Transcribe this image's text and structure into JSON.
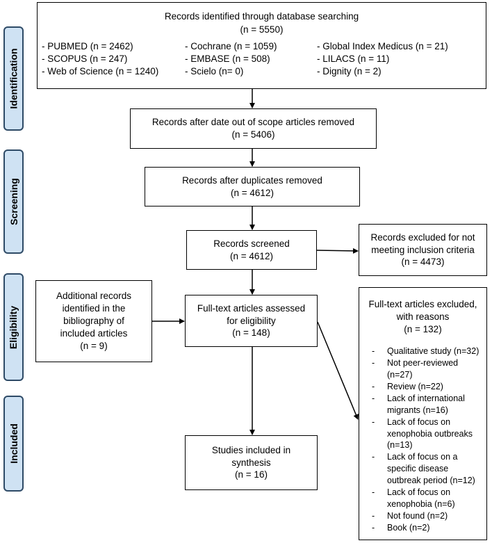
{
  "stages": [
    "Identification",
    "Screening",
    "Eligibility",
    "Included"
  ],
  "identified": {
    "title": "Records identified through database searching",
    "count": "(n = 5550)",
    "sources": [
      "- PUBMED (n = 2462)",
      "- Cochrane (n = 1059)",
      "- Global Index Medicus (n = 21)",
      "- SCOPUS (n = 247)",
      "- EMBASE (n = 508)",
      "- LILACS (n = 11)",
      "- Web of Science (n = 1240)",
      "- Scielo (n= 0)",
      "- Dignity (n = 2)"
    ]
  },
  "date_removed": {
    "title": "Records after date out of scope articles removed",
    "count": "(n = 5406)"
  },
  "duplicates_removed": {
    "title": "Records after duplicates removed",
    "count": "(n = 4612)"
  },
  "screened": {
    "title": "Records screened",
    "count": "(n = 4612)"
  },
  "excluded_criteria": {
    "line1": "Records excluded for not",
    "line2": "meeting inclusion criteria",
    "count": "(n = 4473)"
  },
  "additional": {
    "line1": "Additional records",
    "line2": "identified in the",
    "line3": "bibliography of",
    "line4": "included articles",
    "count": "(n = 9)"
  },
  "fulltext": {
    "line1": "Full-text articles assessed",
    "line2": "for eligibility",
    "count": "(n = 148)"
  },
  "fulltext_excluded": {
    "line1": "Full-text articles excluded,",
    "line2": "with reasons",
    "count": "(n = 132)",
    "reasons": [
      "Qualitative study (n=32)",
      "Not peer-reviewed (n=27)",
      "Review (n=22)",
      "Lack of international migrants (n=16)",
      "Lack of focus on xenophobia outbreaks (n=13)",
      "Lack of focus on a specific disease outbreak period (n=12)",
      "Lack of focus on xenophobia (n=6)",
      "Not found (n=2)",
      "Book (n=2)"
    ]
  },
  "included": {
    "line1": "Studies included in",
    "line2": "synthesis",
    "count": "(n = 16)"
  }
}
